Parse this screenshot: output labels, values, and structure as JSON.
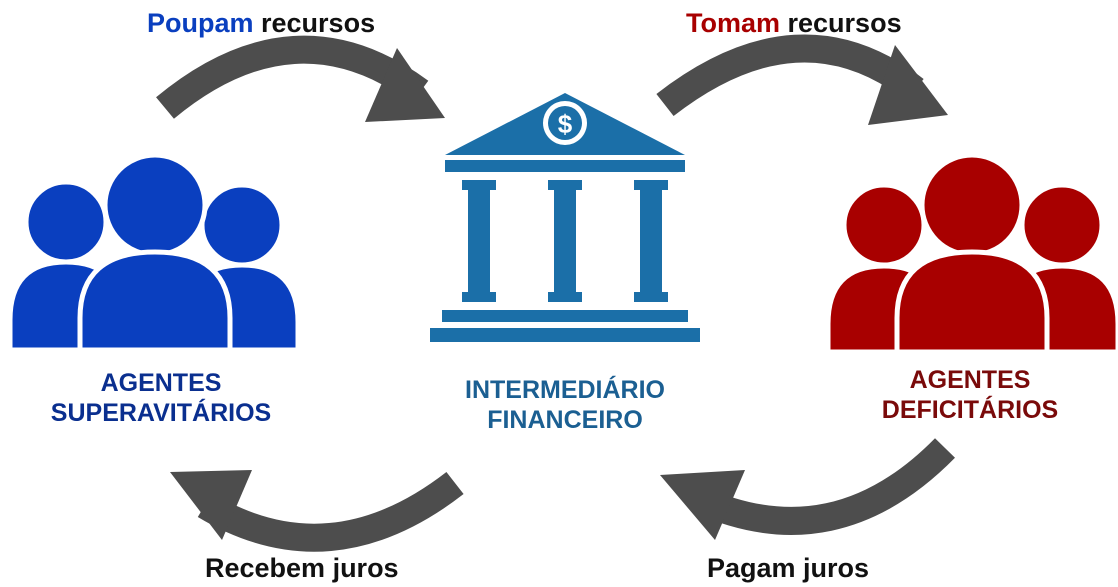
{
  "colors": {
    "blue": "#0a3fbf",
    "blue_text": "#0a2f8f",
    "red_people": "#a80000",
    "red_text": "#7a0a0a",
    "bank": "#1b6fa8",
    "bank_text": "#1b5f92",
    "arrow": "#4d4d4d",
    "text": "#111111"
  },
  "flows": {
    "save": {
      "accent": "Poupam",
      "rest": " recursos"
    },
    "take": {
      "accent": "Tomam",
      "rest": " recursos"
    },
    "receive": {
      "text": "Recebem juros"
    },
    "pay": {
      "text": "Pagam juros"
    }
  },
  "surplus": {
    "line1": "AGENTES",
    "line2": "SUPERAVITÁRIOS",
    "icon": "people-group-icon"
  },
  "intermediary": {
    "line1": "INTERMEDIÁRIO",
    "line2": "FINANCEIRO",
    "icon": "bank-icon",
    "symbol": "$"
  },
  "deficit": {
    "line1": "AGENTES",
    "line2": "DEFICITÁRIOS",
    "icon": "people-group-icon"
  }
}
